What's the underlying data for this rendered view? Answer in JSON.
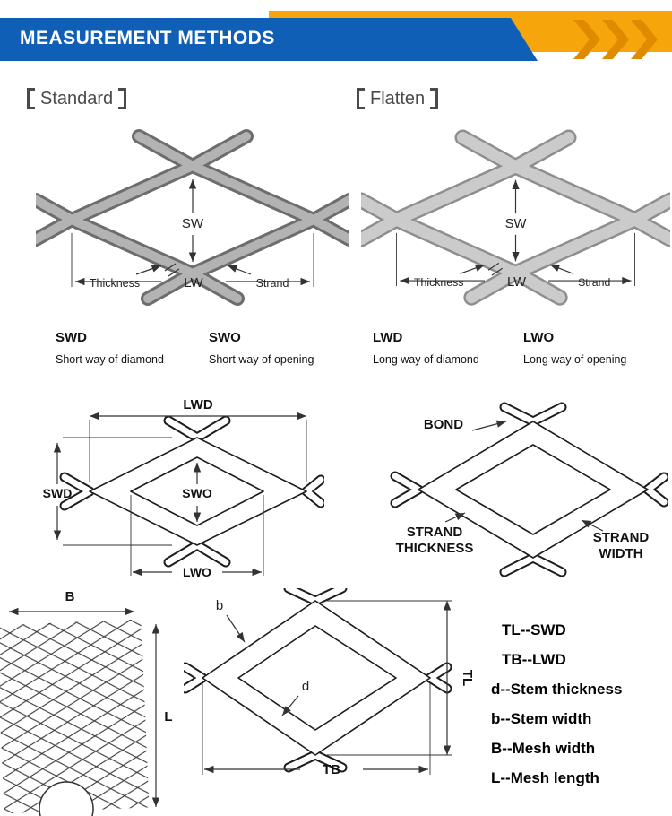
{
  "colors": {
    "banner_blue": "#0e5fb5",
    "accent_yellow": "#f6a60b",
    "chevron_orange": "#e08a00",
    "mesh_gray": "#b3b3b3"
  },
  "header": {
    "title": "MEASUREMENT METHODS"
  },
  "sections": {
    "standard": "Standard",
    "flatten": "Flatten"
  },
  "mesh": {
    "sw": "SW",
    "lw": "LW",
    "thickness": "Thickness",
    "strand": "Strand"
  },
  "definitions": [
    {
      "term": "SWD",
      "desc": "Short way of diamond"
    },
    {
      "term": "SWO",
      "desc": "Short way of opening"
    },
    {
      "term": "LWD",
      "desc": "Long way of diamond"
    },
    {
      "term": "LWO",
      "desc": "Long way of opening"
    }
  ],
  "diamond": {
    "lwd": "LWD",
    "swd": "SWD",
    "swo": "SWO",
    "lwo": "LWO"
  },
  "bond": {
    "label": "BOND",
    "strand_thickness": [
      "STRAND",
      "THICKNESS"
    ],
    "strand_width": [
      "STRAND",
      "WIDTH"
    ]
  },
  "detail": {
    "b": "b",
    "d": "d",
    "tl": "TL",
    "tb": "TB",
    "mesh_width": "B",
    "mesh_length": "L"
  },
  "legend": {
    "items": [
      "TL--SWD",
      "TB--LWD",
      "d--Stem thickness",
      "b--Stem width",
      "B--Mesh width",
      "L--Mesh length"
    ]
  }
}
